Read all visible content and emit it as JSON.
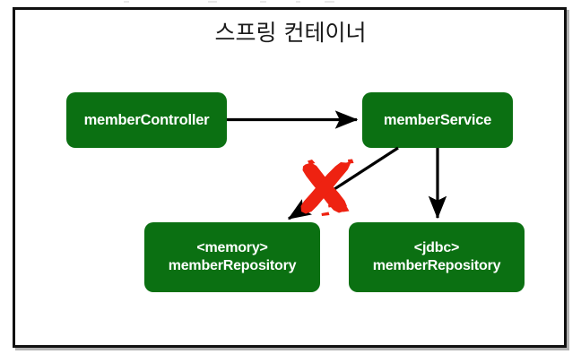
{
  "diagram": {
    "title": "스프링 컨테이너",
    "colors": {
      "bean_fill": "#0b7012",
      "bean_text": "#ffffff",
      "frame_border": "#111111",
      "arrow": "#000000",
      "cancel_mark": "#ee2211",
      "background": "#ffffff"
    },
    "beans": [
      {
        "id": "member-controller",
        "line1": "memberController",
        "line2": ""
      },
      {
        "id": "member-service",
        "line1": "memberService",
        "line2": ""
      },
      {
        "id": "memory-repository",
        "line1": "<memory>",
        "line2": "memberRepository"
      },
      {
        "id": "jdbc-repository",
        "line1": "<jdbc>",
        "line2": "memberRepository"
      }
    ],
    "edges": [
      {
        "id": "controller-to-service",
        "from": "member-controller",
        "to": "member-service",
        "style": "solid-arrow",
        "state": "active"
      },
      {
        "id": "service-to-memory-repository",
        "from": "member-service",
        "to": "memory-repository",
        "style": "solid-arrow",
        "state": "cancelled"
      },
      {
        "id": "service-to-jdbc-repository",
        "from": "member-service",
        "to": "jdbc-repository",
        "style": "solid-arrow",
        "state": "active"
      }
    ],
    "annotations": [
      {
        "id": "cancel-x",
        "icon": "red-x-icon",
        "on_edge": "service-to-memory-repository"
      }
    ]
  }
}
